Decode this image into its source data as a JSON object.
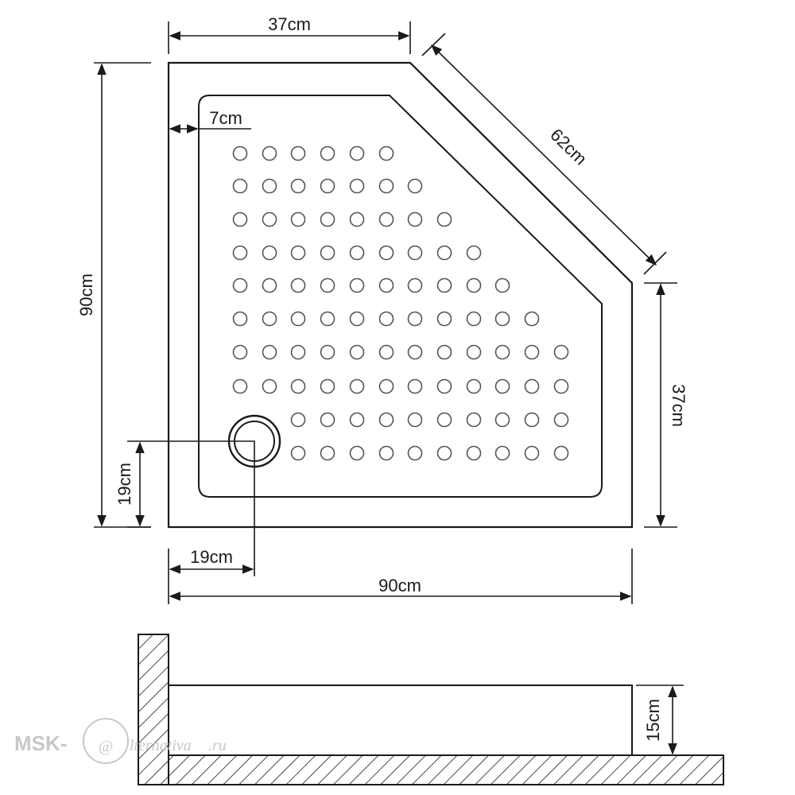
{
  "diagram": {
    "top_width_label": "37cm",
    "diagonal_label": "62cm",
    "left_height_label": "90cm",
    "right_height_label": "37cm",
    "bottom_width_label": "90cm",
    "rim_width_label": "7cm",
    "drain_y_label": "19cm",
    "drain_x_label": "19cm",
    "section_height_label": "15cm"
  },
  "watermark": {
    "prefix": "MSK-",
    "at_sign": "@",
    "suffix": "lternativa",
    "tld": ".ru"
  },
  "colors": {
    "line": "#1a1a1a",
    "dot_stroke": "#555555",
    "watermark": "#c8c8c8"
  }
}
